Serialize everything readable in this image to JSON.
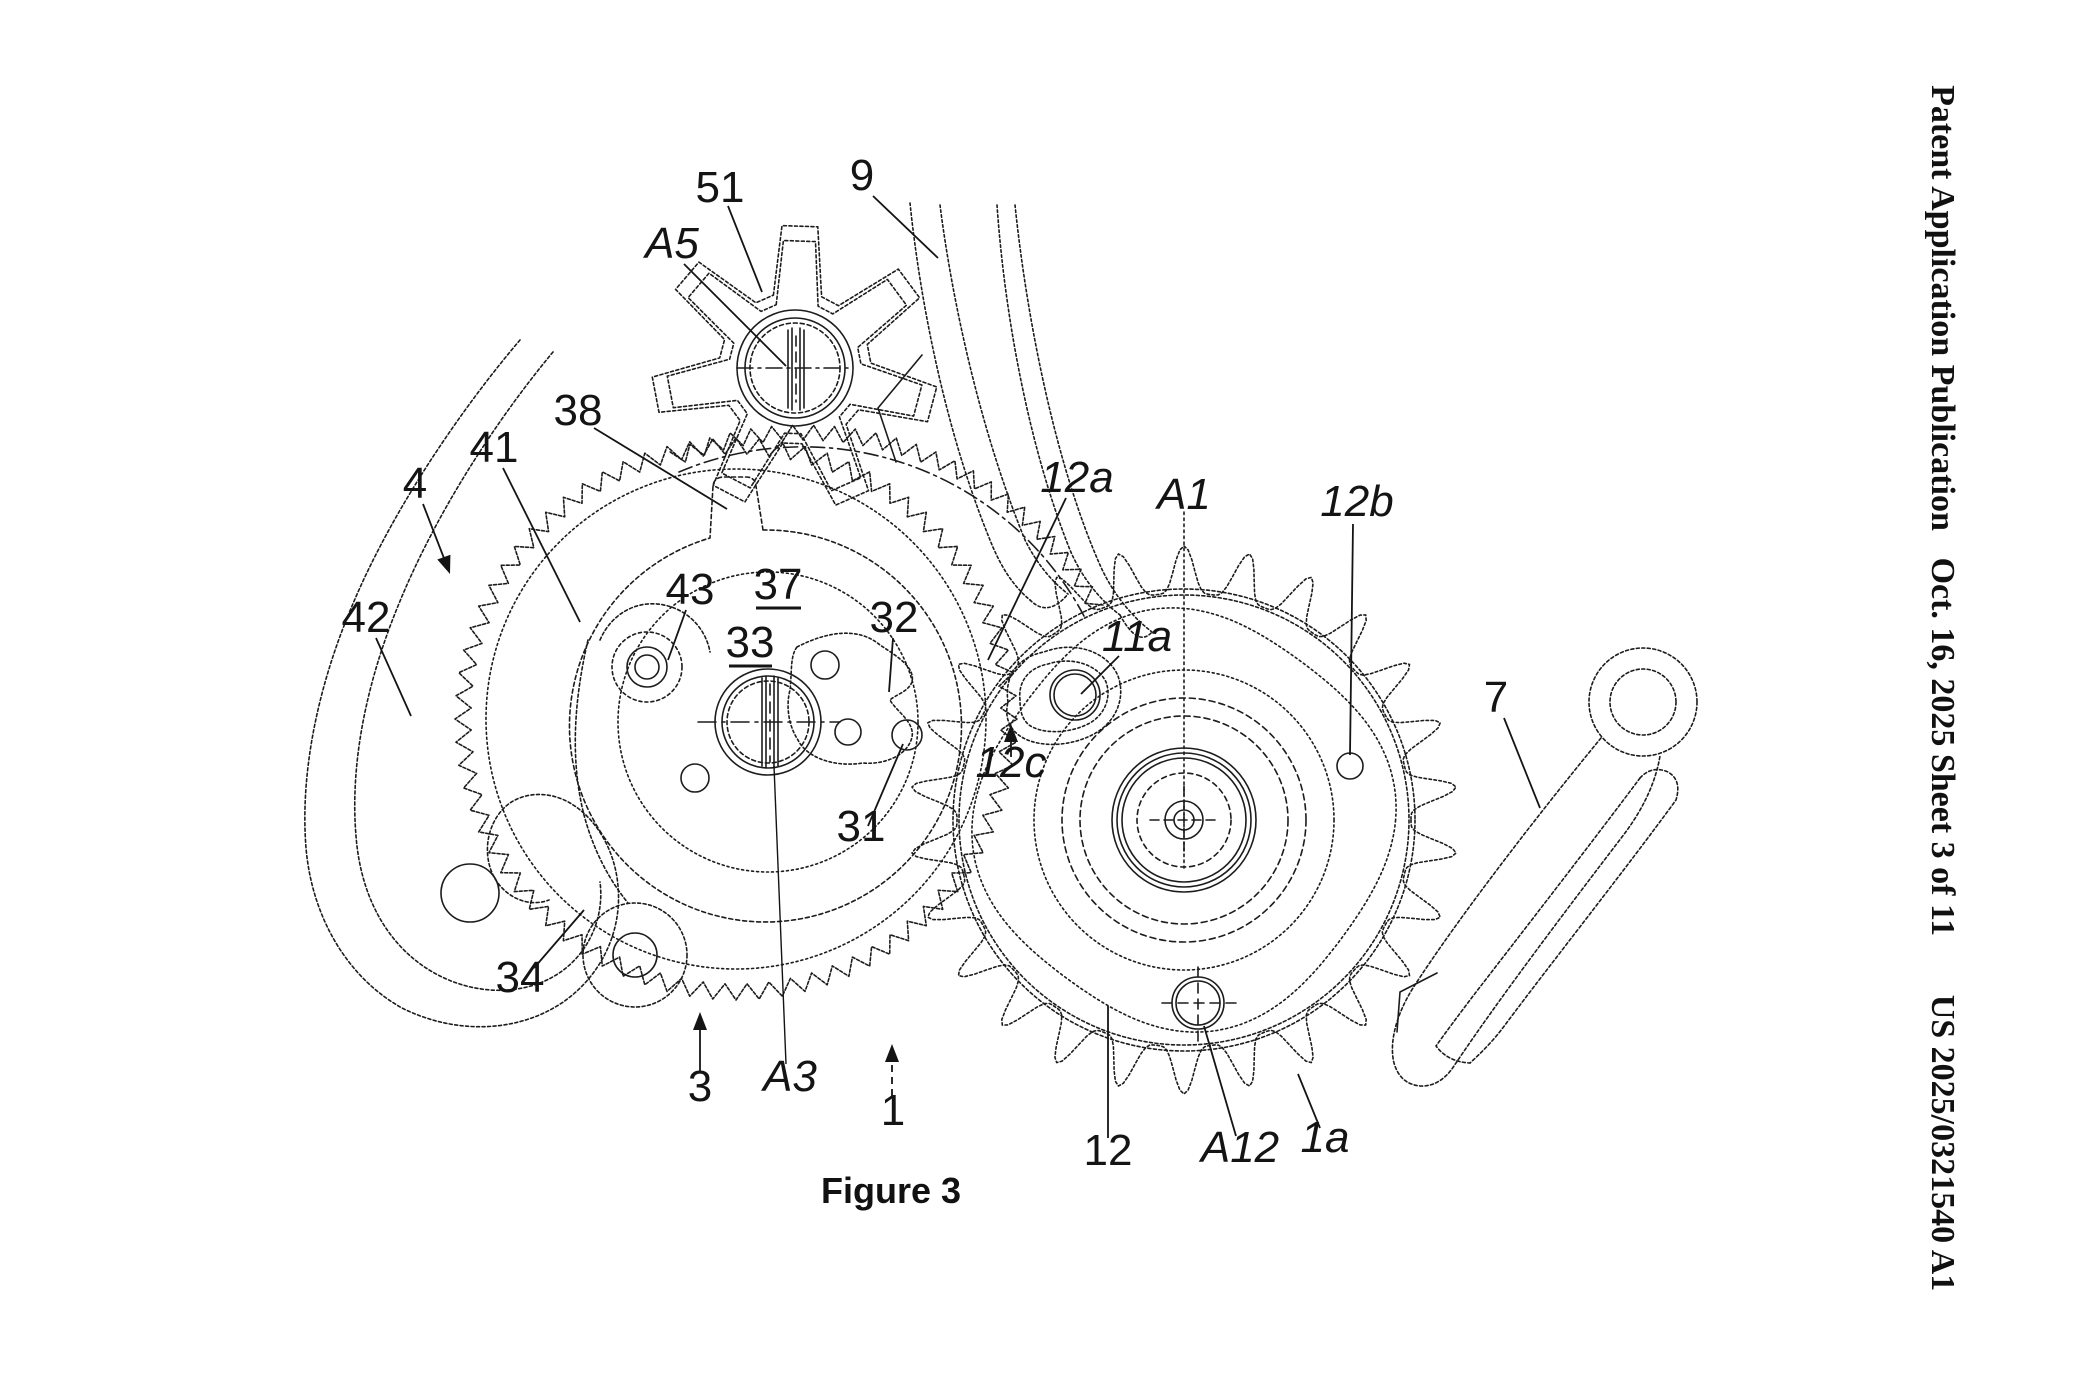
{
  "header": {
    "publication": "Patent Application Publication",
    "date": "Oct. 16, 2025",
    "sheet": "Sheet 3 of 11",
    "number": "US 2025/0321540 A1"
  },
  "figure": {
    "caption": "Figure 3",
    "labels": {
      "n51": "51",
      "nA5": "A5",
      "n9": "9",
      "n38": "38",
      "n41": "41",
      "n4": "4",
      "n42": "42",
      "n43": "43",
      "n37": "37",
      "n33": "33",
      "n32": "32",
      "n31": "31",
      "n34": "34",
      "n3": "3",
      "nA3": "A3",
      "n12a": "12a",
      "nA1": "A1",
      "n12b": "12b",
      "n11a": "11a",
      "n12c": "12c",
      "n7": "7",
      "n1": "1",
      "n12": "12",
      "nA12": "A12",
      "n1a": "1a"
    },
    "colors": {
      "ink": "#1c1c1c",
      "background": "#ffffff"
    }
  }
}
